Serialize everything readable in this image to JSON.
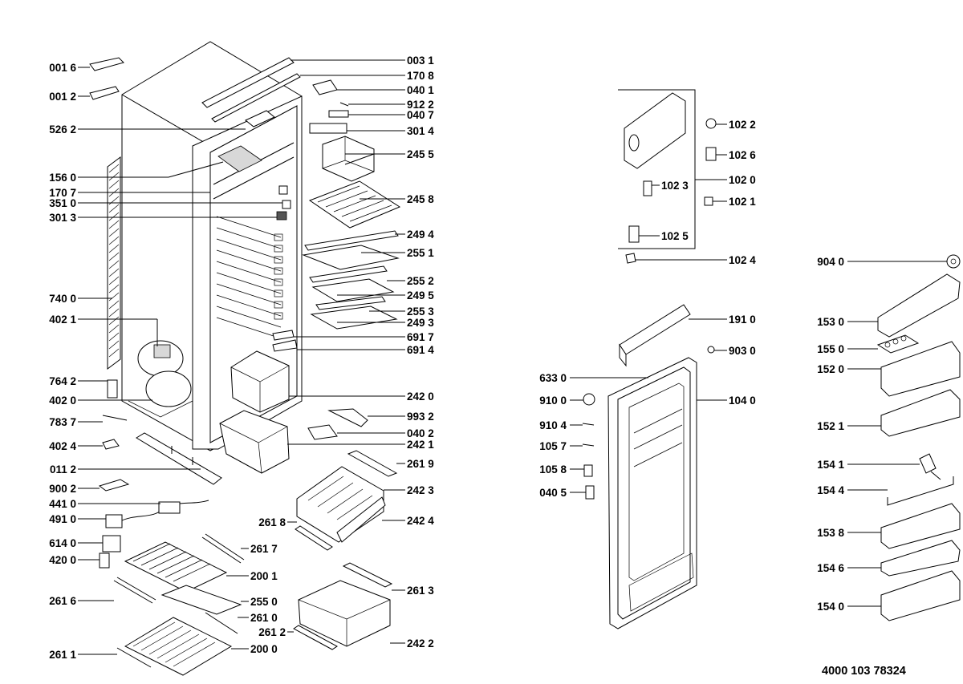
{
  "document": {
    "number": "4000 103 78324"
  },
  "callouts_left": [
    "001 6",
    "001 2",
    "526 2",
    "156 0",
    "170 7",
    "351 0",
    "301 3",
    "740 0",
    "402 1",
    "764 2",
    "402 0",
    "783 7",
    "402 4",
    "011 2",
    "900 2",
    "441 0",
    "491 0",
    "614 0",
    "420 0",
    "261 6",
    "261 1"
  ],
  "callouts_mid": [
    "003 1",
    "170 8",
    "040 1",
    "912 2",
    "040 7",
    "301 4",
    "245 5",
    "245 8",
    "249 4",
    "255 1",
    "255 2",
    "249 5",
    "255 3",
    "249 3",
    "691 7",
    "691 4",
    "242 0",
    "993 2",
    "040 2",
    "242 1",
    "261 9",
    "242 3",
    "261 8",
    "242 4",
    "261 7",
    "200 1",
    "255 0",
    "261 3",
    "261 0",
    "261 2",
    "242 2",
    "200 0"
  ],
  "callouts_door_top": [
    "102 2",
    "102 6",
    "102 0",
    "102 3",
    "102 1",
    "102 5",
    "102 4"
  ],
  "callouts_door": [
    "191 0",
    "903 0",
    "633 0",
    "910 0",
    "104 0",
    "910 4",
    "105 7",
    "105 8",
    "040 5"
  ],
  "callouts_right": [
    "904 0",
    "153 0",
    "155 0",
    "152 0",
    "152 1",
    "154 1",
    "154 4",
    "153 8",
    "154 6",
    "154 0"
  ]
}
